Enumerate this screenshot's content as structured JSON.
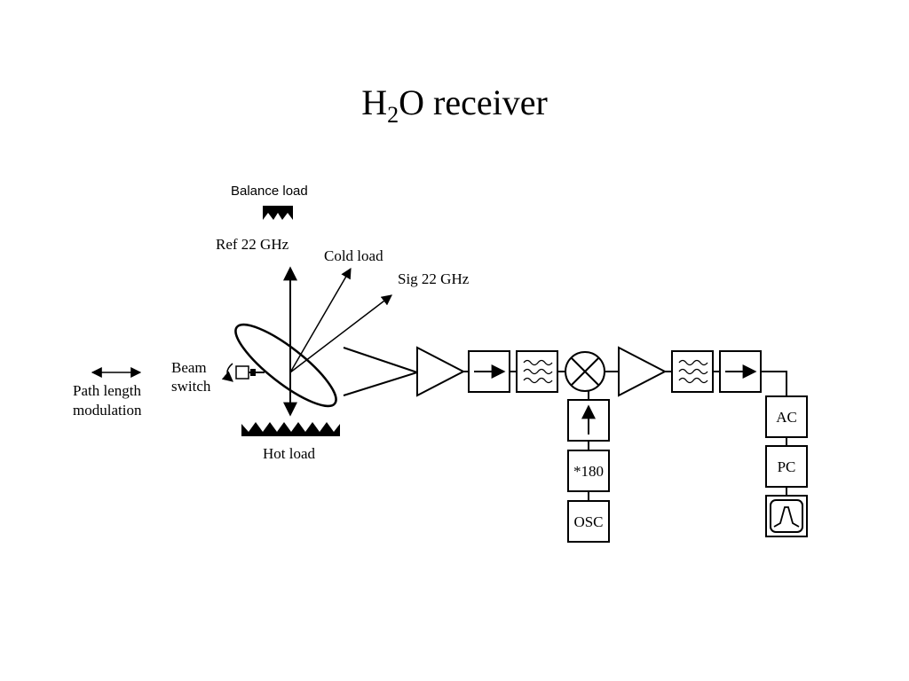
{
  "title": {
    "main_before": "H",
    "subscript": "2",
    "main_after": "O receiver"
  },
  "labels": {
    "balance_load": "Balance load",
    "ref": "Ref 22 GHz",
    "cold_load": "Cold load",
    "sig": "Sig 22 GHz",
    "beam": "Beam",
    "switch": "switch",
    "path_length_1": "Path length",
    "path_length_2": "modulation",
    "hot_load": "Hot load",
    "multiplier": "*180",
    "osc": "OSC",
    "ac": "AC",
    "pc": "PC"
  }
}
